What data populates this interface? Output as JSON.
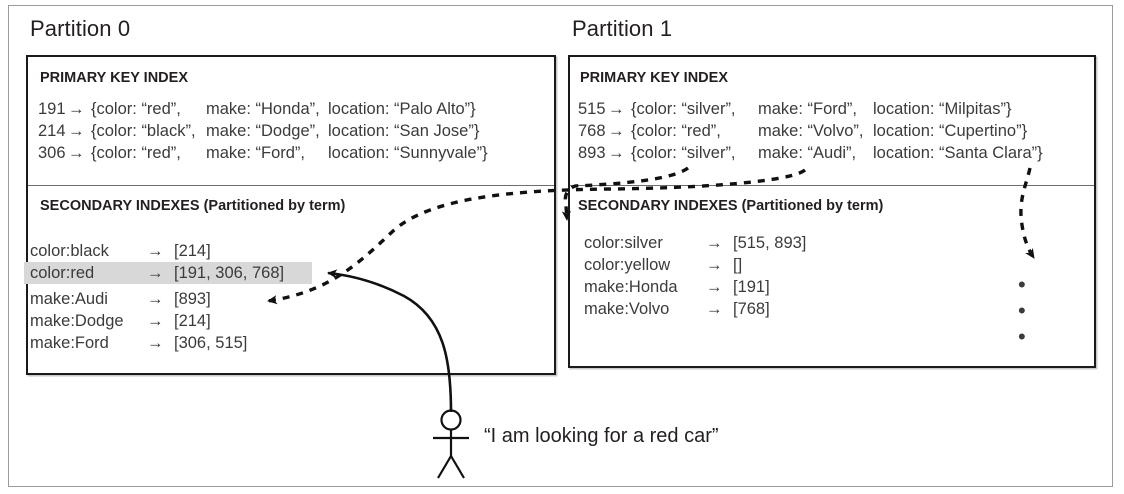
{
  "figure": {
    "partitions": [
      {
        "title": "Partition 0",
        "primary_index": {
          "heading": "PRIMARY KEY INDEX",
          "rows": [
            {
              "id": "191",
              "arrow": "→",
              "color": "{color: “red”,",
              "make": "make: “Honda”,",
              "location": "location: “Palo Alto”}"
            },
            {
              "id": "214",
              "arrow": "→",
              "color": "{color: “black”,",
              "make": "make: “Dodge”,",
              "location": "location: “San Jose”}"
            },
            {
              "id": "306",
              "arrow": "→",
              "color": "{color: “red”,",
              "make": "make: “Ford”,",
              "location": "location: “Sunnyvale”}"
            }
          ]
        },
        "secondary_index": {
          "heading": "SECONDARY INDEXES (Partitioned by term)",
          "rows": [
            {
              "term": "color:black",
              "arrow": "→",
              "list": "[214]",
              "highlighted": false
            },
            {
              "term": "color:red",
              "arrow": "→",
              "list": "[191, 306, 768]",
              "highlighted": true
            },
            {
              "term": "make:Audi",
              "arrow": "→",
              "list": "[893]",
              "highlighted": false
            },
            {
              "term": "make:Dodge",
              "arrow": "→",
              "list": "[214]",
              "highlighted": false
            },
            {
              "term": "make:Ford",
              "arrow": "→",
              "list": "[306, 515]",
              "highlighted": false
            }
          ]
        }
      },
      {
        "title": "Partition 1",
        "primary_index": {
          "heading": "PRIMARY KEY INDEX",
          "rows": [
            {
              "id": "515",
              "arrow": "→",
              "color": "{color: “silver”,",
              "make": "make: “Ford”,",
              "location": "location: “Milpitas”}"
            },
            {
              "id": "768",
              "arrow": "→",
              "color": "{color: “red”,",
              "make": "make: “Volvo”,",
              "location": "location: “Cupertino”}"
            },
            {
              "id": "893",
              "arrow": "→",
              "color": "{color: “silver”,",
              "make": "make: “Audi”,",
              "location": "location: “Santa Clara”}"
            }
          ]
        },
        "secondary_index": {
          "heading": "SECONDARY INDEXES (Partitioned by term)",
          "rows": [
            {
              "term": "color:silver",
              "arrow": "→",
              "list": "[515, 893]",
              "highlighted": false
            },
            {
              "term": "color:yellow",
              "arrow": "→",
              "list": "[]",
              "highlighted": false
            },
            {
              "term": "make:Honda",
              "arrow": "→",
              "list": "[191]",
              "highlighted": false
            },
            {
              "term": "make:Volvo",
              "arrow": "→",
              "list": "[768]",
              "highlighted": false
            }
          ],
          "ellipsis": "• • •"
        }
      }
    ],
    "user": {
      "quote": "“I am looking for a red car”"
    },
    "colors": {
      "ink": "#231f20",
      "text": "#3b3b3b",
      "highlight": "#d8d8d8",
      "box_border": "#1a1a1a",
      "frame_border": "#9b9b9b"
    }
  }
}
